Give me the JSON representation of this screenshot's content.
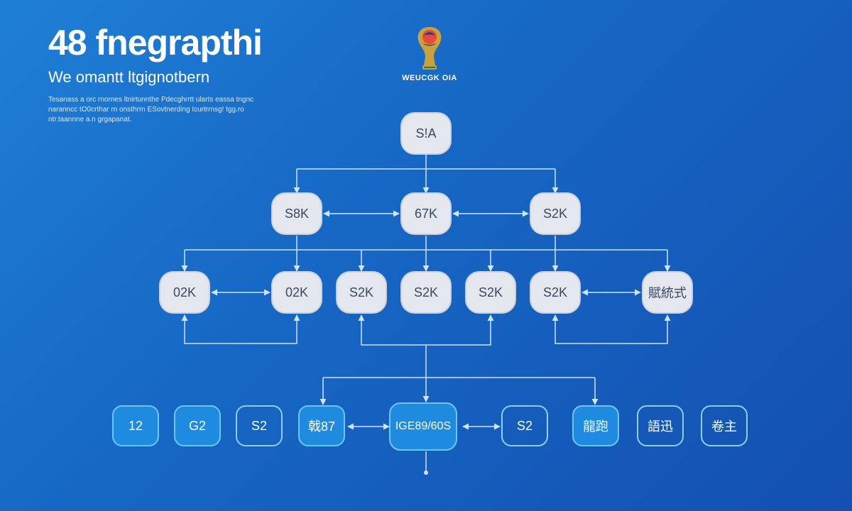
{
  "header": {
    "title": "48 fnegrapthi",
    "subtitle": "We omantt  ltgignotbern",
    "description": "Tesanass a orc rnornes ltnirtunnthe Pdecghrrtt ularts eassa tngnc naranncc tO0crthar rn onsthrrn ESovtnerding tcurtrrnsg! tgg.ro ntr.taannne a.n grgapanat."
  },
  "logo": {
    "text": "WEUCGK OIA",
    "icon": "trophy-icon"
  },
  "colors": {
    "background_start": "#1f7fd6",
    "background_end": "#1450b0",
    "node_fill": "#e4e7ed",
    "node_text": "#3a4a60",
    "box_border": "#8fd0ff",
    "box_fill": "#1e8be0",
    "line": "#cfe4ff"
  },
  "nodes": {
    "root": "S!A",
    "level2": [
      "S8K",
      "67K",
      "S2K"
    ],
    "level3": [
      "02K",
      "02K",
      "S2K",
      "S2K",
      "S2K",
      "S2K",
      "賦統式"
    ],
    "level4": [
      "12",
      "G2",
      "S2",
      "戟87",
      "IGE89/60S",
      "S2",
      "龍跑",
      "語迅",
      "卷主"
    ]
  }
}
